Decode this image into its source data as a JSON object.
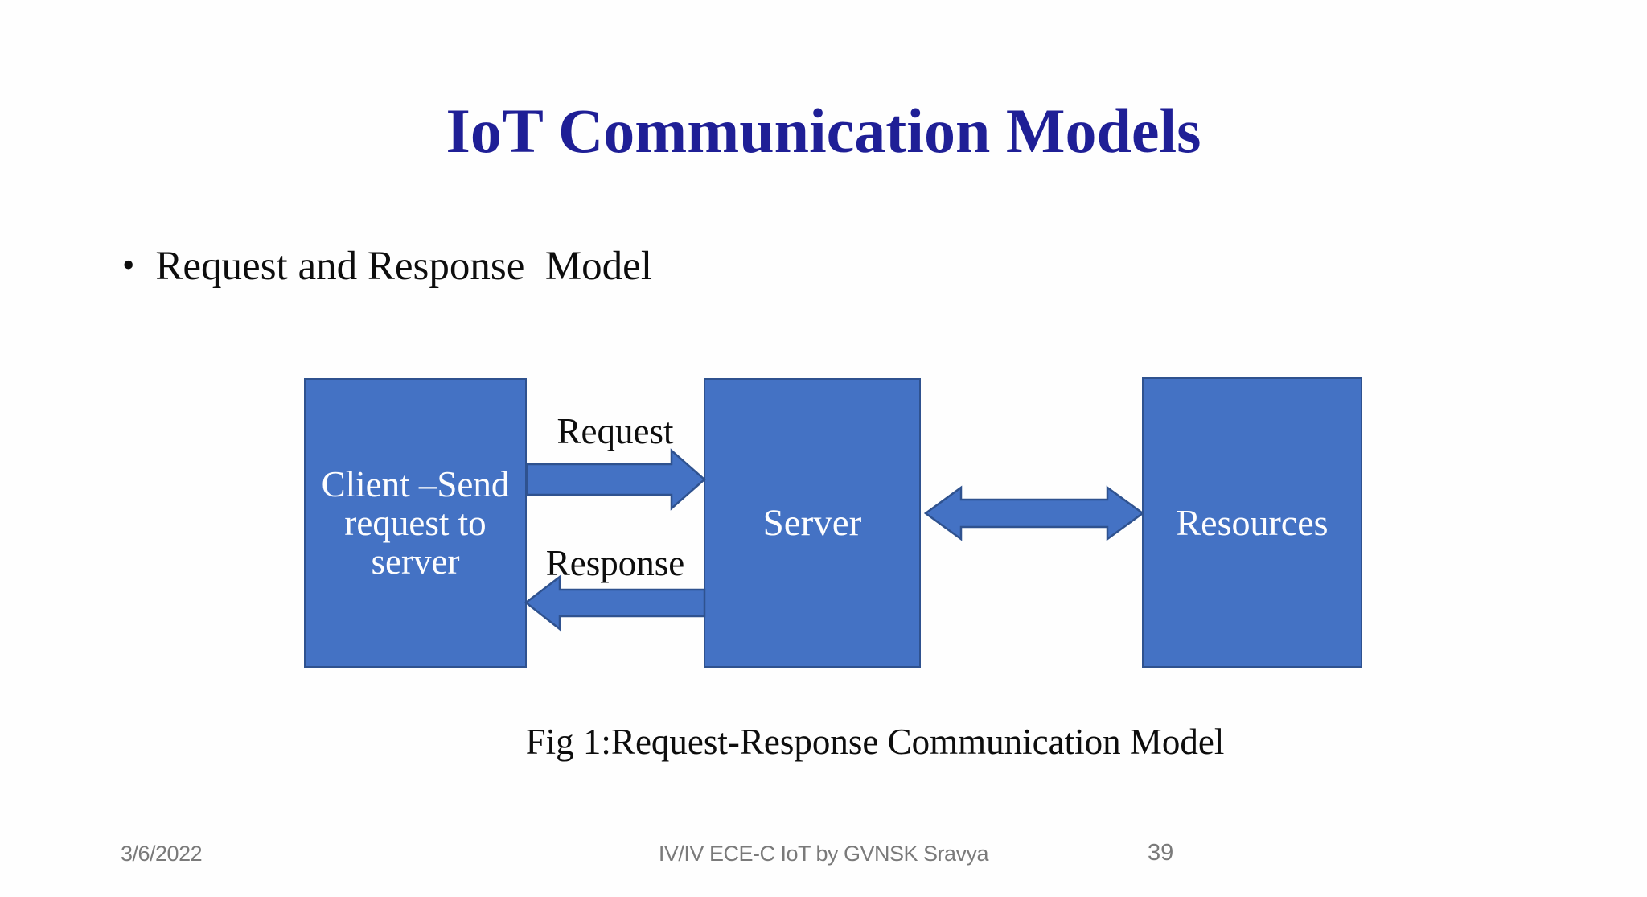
{
  "slide": {
    "title": "IoT Communication Models",
    "bullet": {
      "marker": "•",
      "text": "Request and Response  Model"
    },
    "caption": "Fig 1:Request-Response Communication Model",
    "footer": {
      "date": "3/6/2022",
      "credit": "IV/IV ECE-C IoT by GVNSK Sravya",
      "slide_number": "39"
    }
  },
  "diagram": {
    "client_label": "Client –Send request to server",
    "server_label": "Server",
    "resources_label": "Resources",
    "request_label": "Request",
    "response_label": "Response",
    "arrows": [
      {
        "name": "request-arrow",
        "direction": "right",
        "from": "client",
        "to": "server"
      },
      {
        "name": "response-arrow",
        "direction": "left",
        "from": "server",
        "to": "client"
      },
      {
        "name": "bidirectional-arrow",
        "direction": "both",
        "from": "server",
        "to": "resources"
      }
    ]
  },
  "colors": {
    "title_text": "#1F1F96",
    "shape_fill": "#4472C4",
    "shape_border": "#2F528F",
    "box_text": "#FDFDFE",
    "body_text": "#0D0D0D",
    "footer_text": "#7A7A7A",
    "background": "#FEFEFE"
  }
}
